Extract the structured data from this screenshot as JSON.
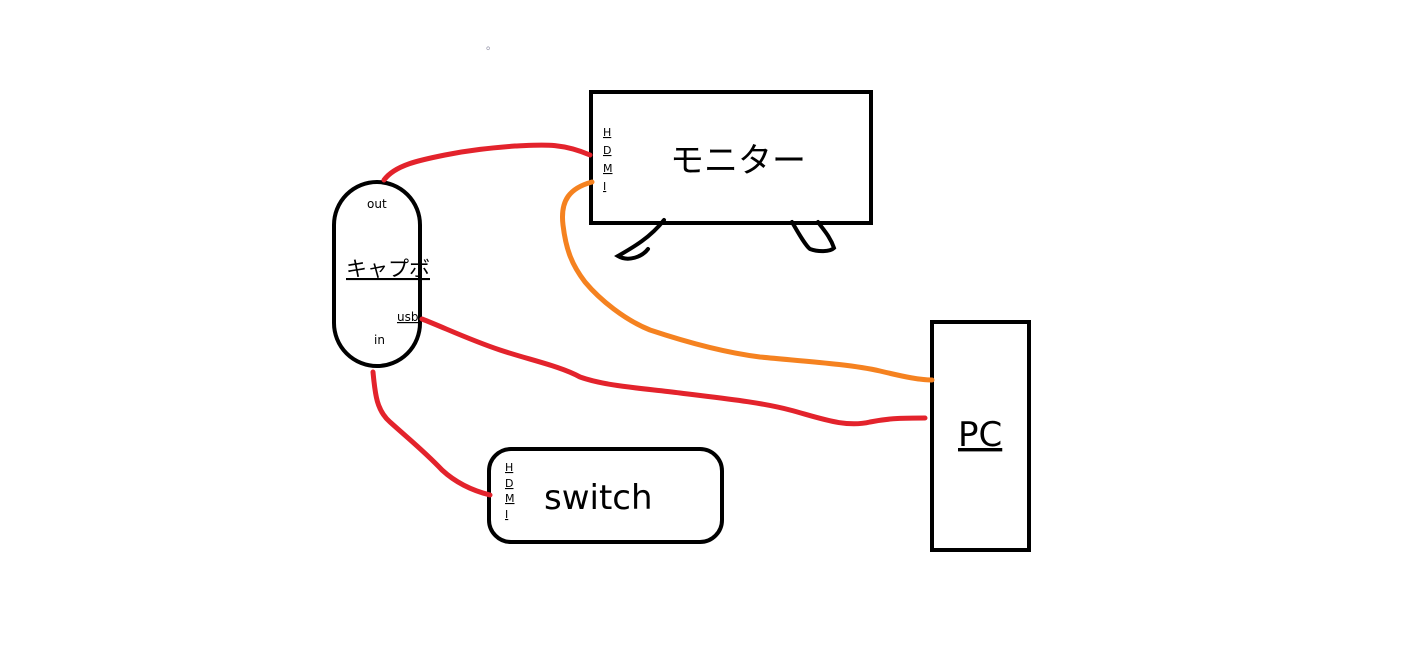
{
  "stray_mark": "。",
  "nodes": {
    "monitor": {
      "label": "モニター",
      "port": [
        "H",
        "D",
        "M",
        "I"
      ]
    },
    "capture": {
      "label": "キャプボ",
      "out": "out",
      "in": "in",
      "usb": "usb"
    },
    "switch": {
      "label": "switch",
      "port": [
        "H",
        "D",
        "M",
        "I"
      ]
    },
    "pc": {
      "label": "PC"
    }
  },
  "colors": {
    "red_cable": "#e3232c",
    "orange_cable": "#f58220",
    "outline": "#000000"
  }
}
